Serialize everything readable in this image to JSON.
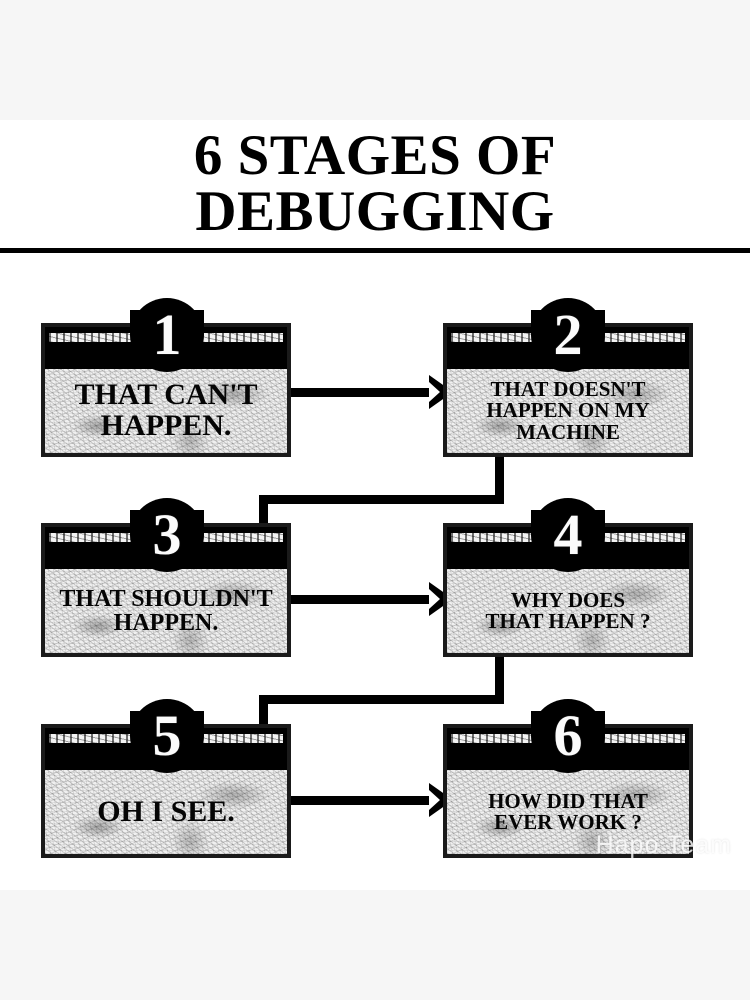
{
  "poster": {
    "title_line_1": "6 STAGES OF",
    "title_line_2": "DEBUGGING",
    "watermark": "Hapo Team",
    "background_color": "#f6f6f6",
    "canvas_color": "#ffffff",
    "ink_color": "#000000"
  },
  "stages": [
    {
      "number": "1",
      "text": "THAT CAN'T\nHAPPEN."
    },
    {
      "number": "2",
      "text": "THAT DOESN'T\nHAPPEN ON MY\nMACHINE"
    },
    {
      "number": "3",
      "text": "THAT SHOULDN'T\nHAPPEN."
    },
    {
      "number": "4",
      "text": "WHY DOES\nTHAT HAPPEN ?"
    },
    {
      "number": "5",
      "text": "OH I SEE."
    },
    {
      "number": "6",
      "text": "HOW DID THAT\nEVER WORK ?"
    }
  ],
  "chart_data": {
    "type": "diagram",
    "title": "6 STAGES OF DEBUGGING",
    "layout": "flowchart, 3 rows x 2 columns, serpentine order",
    "nodes": [
      {
        "id": 1,
        "label": "THAT CAN'T HAPPEN.",
        "row": 1,
        "col": 1
      },
      {
        "id": 2,
        "label": "THAT DOESN'T HAPPEN ON MY MACHINE",
        "row": 1,
        "col": 2
      },
      {
        "id": 3,
        "label": "THAT SHOULDN'T HAPPEN.",
        "row": 2,
        "col": 1
      },
      {
        "id": 4,
        "label": "WHY DOES THAT HAPPEN ?",
        "row": 2,
        "col": 2
      },
      {
        "id": 5,
        "label": "OH I SEE.",
        "row": 3,
        "col": 1
      },
      {
        "id": 6,
        "label": "HOW DID THAT EVER WORK ?",
        "row": 3,
        "col": 2
      }
    ],
    "edges": [
      {
        "from": 1,
        "to": 2,
        "direction": "right"
      },
      {
        "from": 2,
        "to": 3,
        "direction": "down-left"
      },
      {
        "from": 3,
        "to": 4,
        "direction": "right"
      },
      {
        "from": 4,
        "to": 5,
        "direction": "down-left"
      },
      {
        "from": 5,
        "to": 6,
        "direction": "right"
      }
    ]
  }
}
